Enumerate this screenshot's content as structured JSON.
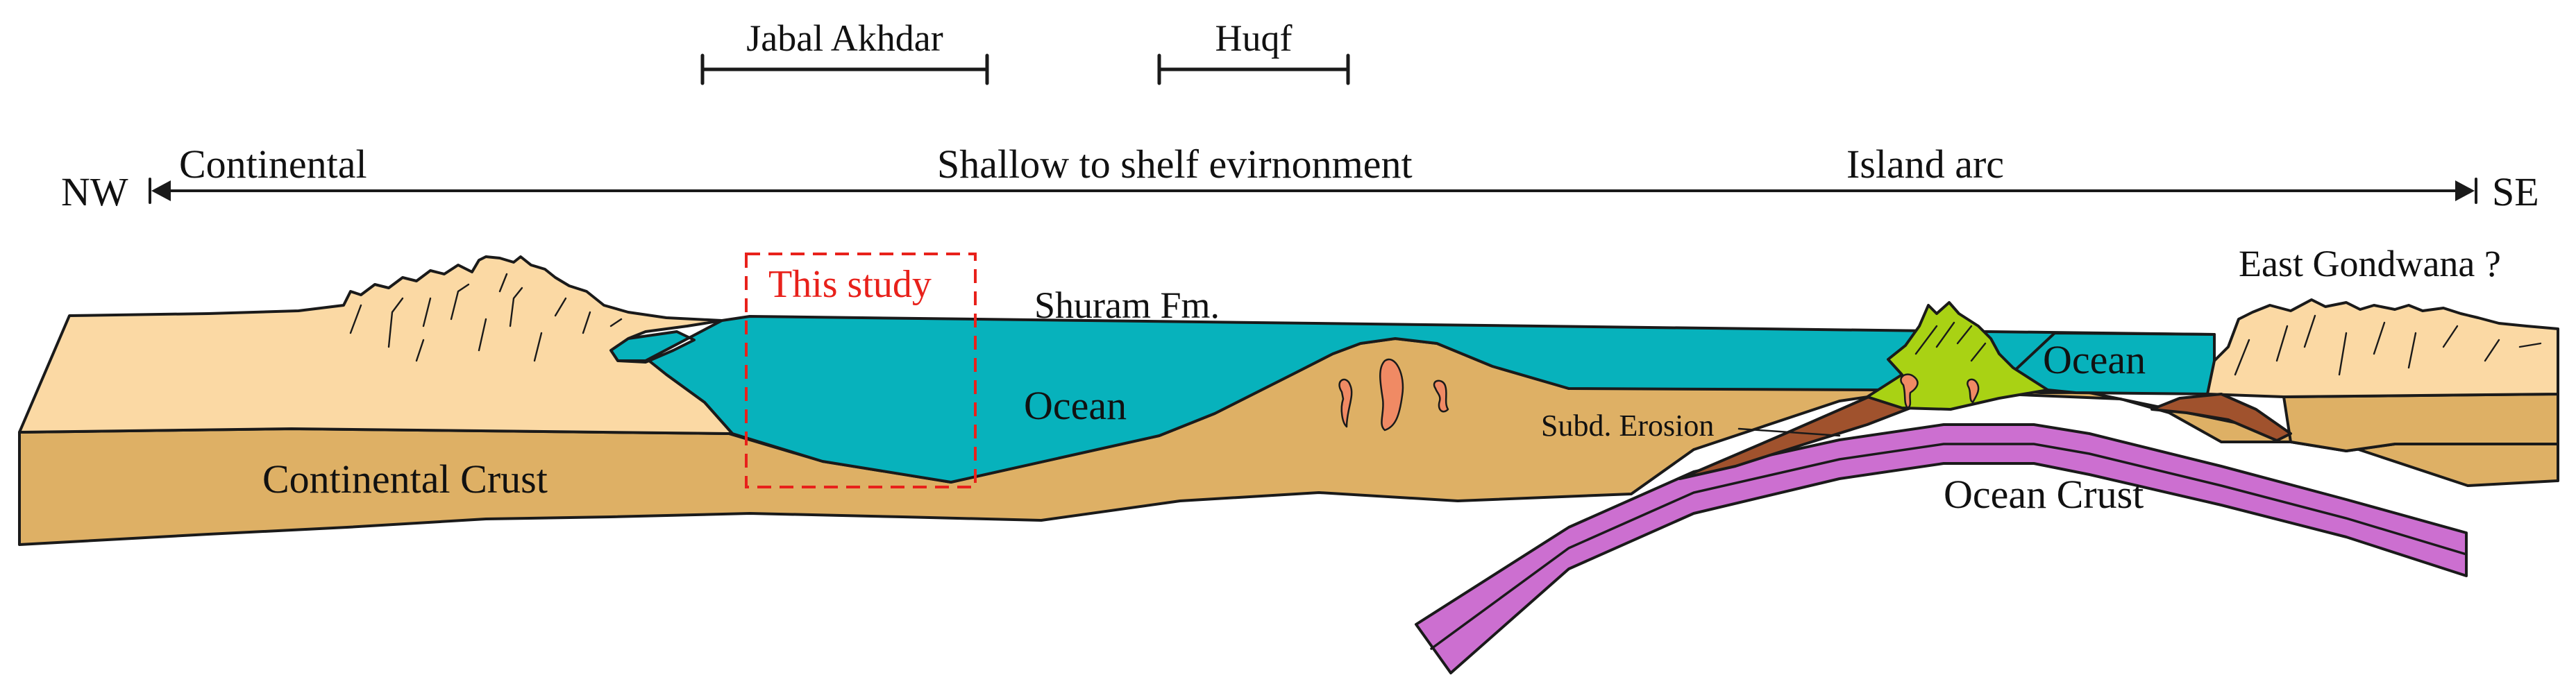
{
  "labels": {
    "jabal_akhdar": "Jabal Akhdar",
    "huqf": "Huqf",
    "nw": "NW",
    "se": "SE",
    "continental": "Continental",
    "shallow_shelf": "Shallow to shelf evirnonment",
    "island_arc": "Island arc",
    "east_gondwana": "East Gondwana ?",
    "this_study": "This study",
    "shuram_fm": "Shuram Fm.",
    "ocean_left": "Ocean",
    "ocean_right": "Ocean",
    "subd_erosion": "Subd. Erosion",
    "continental_crust": "Continental Crust",
    "ocean_crust": "Ocean Crust"
  },
  "colors": {
    "continent_top": "#fbd9a4",
    "crust": "#deb065",
    "ocean": "#07b2bc",
    "arc": "#a9d214",
    "ocean_crust": "#cc6fd0",
    "wedge": "#a0522d",
    "intrusion": "#f08a64",
    "study_box": "#e8211b"
  }
}
